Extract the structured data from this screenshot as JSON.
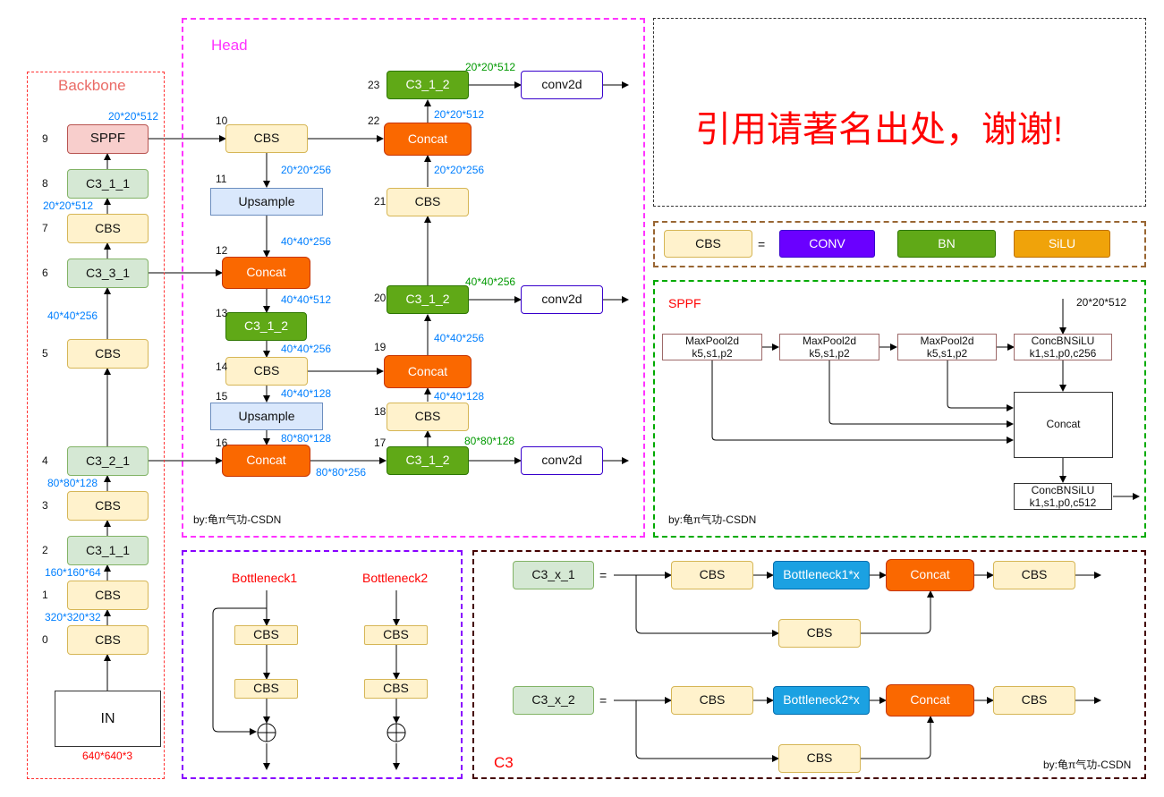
{
  "sections": {
    "backbone_title": "Backbone",
    "head_title": "Head",
    "sppf_title": "SPPF",
    "c3_title": "C3",
    "credit": "by:龟π气功-CSDN",
    "notice": "引用请著名出处，谢谢!"
  },
  "backbone": {
    "input": "IN",
    "input_dim": "640*640*3",
    "layers": [
      {
        "idx": "0",
        "label": "CBS"
      },
      {
        "idx": "1",
        "label": "CBS"
      },
      {
        "idx": "2",
        "label": "C3_1_1"
      },
      {
        "idx": "3",
        "label": "CBS"
      },
      {
        "idx": "4",
        "label": "C3_2_1"
      },
      {
        "idx": "5",
        "label": "CBS"
      },
      {
        "idx": "6",
        "label": "C3_3_1"
      },
      {
        "idx": "7",
        "label": "CBS"
      },
      {
        "idx": "8",
        "label": "C3_1_1"
      },
      {
        "idx": "9",
        "label": "SPPF"
      }
    ],
    "dims": [
      "320*320*32",
      "160*160*64",
      "80*80*128",
      "40*40*256",
      "20*20*512",
      "20*20*512"
    ]
  },
  "head": {
    "nodes": {
      "n10": {
        "idx": "10",
        "label": "CBS"
      },
      "n11": {
        "idx": "11",
        "label": "Upsample"
      },
      "n12": {
        "idx": "12",
        "label": "Concat"
      },
      "n13": {
        "idx": "13",
        "label": "C3_1_2"
      },
      "n14": {
        "idx": "14",
        "label": "CBS"
      },
      "n15": {
        "idx": "15",
        "label": "Upsample"
      },
      "n16": {
        "idx": "16",
        "label": "Concat"
      },
      "n17": {
        "idx": "17",
        "label": "C3_1_2"
      },
      "n18": {
        "idx": "18",
        "label": "CBS"
      },
      "n19": {
        "idx": "19",
        "label": "Concat"
      },
      "n20": {
        "idx": "20",
        "label": "C3_1_2"
      },
      "n21": {
        "idx": "21",
        "label": "CBS"
      },
      "n22": {
        "idx": "22",
        "label": "Concat"
      },
      "n23": {
        "idx": "23",
        "label": "C3_1_2"
      }
    },
    "outputs": [
      "conv2d",
      "conv2d",
      "conv2d"
    ],
    "dims": {
      "d10": "20*20*256",
      "d11": "40*40*256",
      "d12": "40*40*512",
      "d13": "40*40*256",
      "d14": "40*40*128",
      "d15": "80*80*128",
      "d16": "80*80*256",
      "d17": "80*80*128",
      "d18": "40*40*128",
      "d19": "40*40*256",
      "d20": "40*40*256",
      "d21": "20*20*256",
      "d22": "20*20*512",
      "d23": "20*20*512"
    }
  },
  "legend": {
    "cbs": "CBS",
    "equals": "=",
    "conv": "CONV",
    "bn": "BN",
    "silu": "SiLU"
  },
  "sppf": {
    "input_dim": "20*20*512",
    "pool1": [
      "MaxPool2d",
      "k5,s1,p2"
    ],
    "pool2": [
      "MaxPool2d",
      "k5,s1,p2"
    ],
    "pool3": [
      "MaxPool2d",
      "k5,s1,p2"
    ],
    "cbs_in": [
      "ConcBNSiLU",
      "k1,s1,p0,c256"
    ],
    "concat": "Concat",
    "cbs_out": [
      "ConcBNSiLU",
      "k1,s1,p0,c512"
    ]
  },
  "bottleneck": {
    "b1_title": "Bottleneck1",
    "b2_title": "Bottleneck2",
    "cbs": "CBS"
  },
  "c3": {
    "row1": {
      "name": "C3_x_1",
      "eq": "=",
      "cbs1": "CBS",
      "bneck": "Bottleneck1*x",
      "concat": "Concat",
      "cbs_out": "CBS",
      "cbs_skip": "CBS"
    },
    "row2": {
      "name": "C3_x_2",
      "eq": "=",
      "cbs1": "CBS",
      "bneck": "Bottleneck2*x",
      "concat": "Concat",
      "cbs_out": "CBS",
      "cbs_skip": "CBS"
    }
  },
  "colors": {
    "backbone_frame": "#ff3333",
    "head_frame": "#ff33ff",
    "legend_frame": "#996633",
    "sppf_frame": "#00aa00",
    "bottleneck_frame": "#8800ff",
    "c3_frame": "#440000"
  }
}
